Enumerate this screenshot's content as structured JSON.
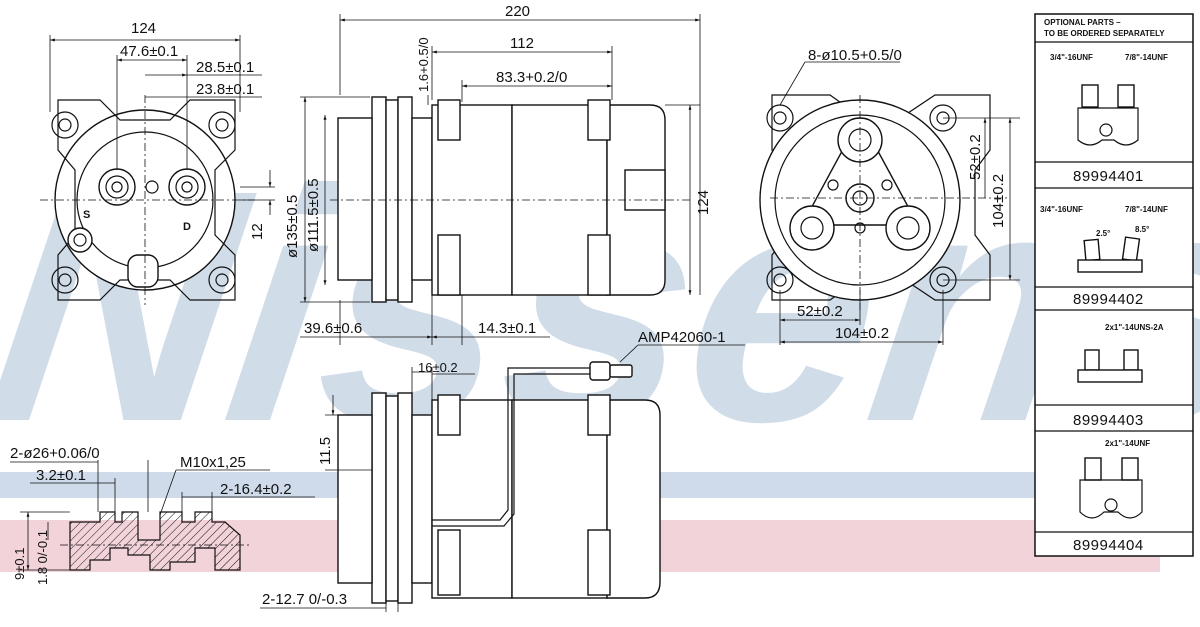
{
  "brand": {
    "watermark": "Nissens",
    "registered_mark": "®",
    "watermark_color": "#c9d6e6",
    "band_blue": "#cfdbea",
    "band_pink": "#f3d3da"
  },
  "side_view": {
    "dims": {
      "overall_width": "124",
      "ports_spacing": "47.6±0.1",
      "port_offset_1": "28.5±0.1",
      "port_offset_2": "23.8±0.1",
      "port_height": "12"
    },
    "labels": {
      "suction": "S",
      "discharge": "D"
    }
  },
  "main_view": {
    "dims": {
      "total_length": "220",
      "body_length": "112",
      "body_length_2": "83.3+0.2/0",
      "top_offset": "1.6+0.5/0",
      "pulley_dia_1": "ø135±0.5",
      "pulley_dia_2": "ø111.5±0.5",
      "height": "124",
      "pulley_offset": "39.6±0.6",
      "mount_offset": "14.3±0.1"
    }
  },
  "front_view": {
    "dims": {
      "mount_holes": "8-ø10.5+0.5/0",
      "vertical_1": "52±0.2",
      "vertical_2": "104±0.2",
      "horizontal_1": "52±0.2",
      "horizontal_2": "104±0.2"
    }
  },
  "lower_view": {
    "dims": {
      "connector": "AMP42060-1",
      "clutch_offset": "16±0.2",
      "clutch_height": "11.5",
      "groove_width": "2-12.7 0/-0.3"
    }
  },
  "section_view": {
    "dims": {
      "bore": "2-ø26+0.06/0",
      "step": "3.2±0.1",
      "thread": "M10x1,25",
      "hole_spacing": "2-16.4±0.2",
      "height": "9±0.1",
      "depth": "1.8 0/-0.1"
    }
  },
  "optional_parts": {
    "header_line1": "OPTIONAL PARTS –",
    "header_line2": "TO BE ORDERED SEPARATELY",
    "items": [
      {
        "part_number": "89994401",
        "label_left": "3/4\"-16UNF",
        "label_right": "7/8\"-14UNF"
      },
      {
        "part_number": "89994402",
        "label_left": "3/4\"-16UNF",
        "label_right": "7/8\"-14UNF",
        "angle_left": "2.5°",
        "angle_right": "8.5°"
      },
      {
        "part_number": "89994403",
        "label_top": "2x1\"-14UNS-2A"
      },
      {
        "part_number": "89994404",
        "label_top": "2x1\"-14UNF"
      }
    ]
  }
}
